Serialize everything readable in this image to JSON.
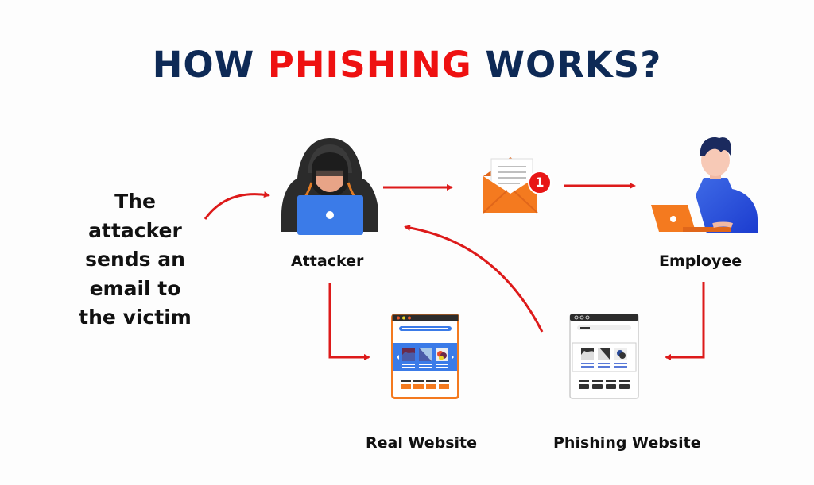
{
  "title": {
    "part1": "HOW ",
    "highlight": "PHISHING",
    "part2": " WORKS?"
  },
  "side_text": {
    "lines": [
      "The",
      "attacker",
      "sends an",
      "email to",
      "the victim"
    ]
  },
  "nodes": {
    "attacker": "Attacker",
    "employee": "Employee",
    "real_website": "Real Website",
    "phishing_website": "Phishing Website"
  },
  "email_badge": "1",
  "colors": {
    "title": "#0e2a56",
    "accent": "#ee1111",
    "arrow": "#dd1a1a",
    "laptop_blue": "#3b7be8",
    "orange": "#f47a1f"
  }
}
